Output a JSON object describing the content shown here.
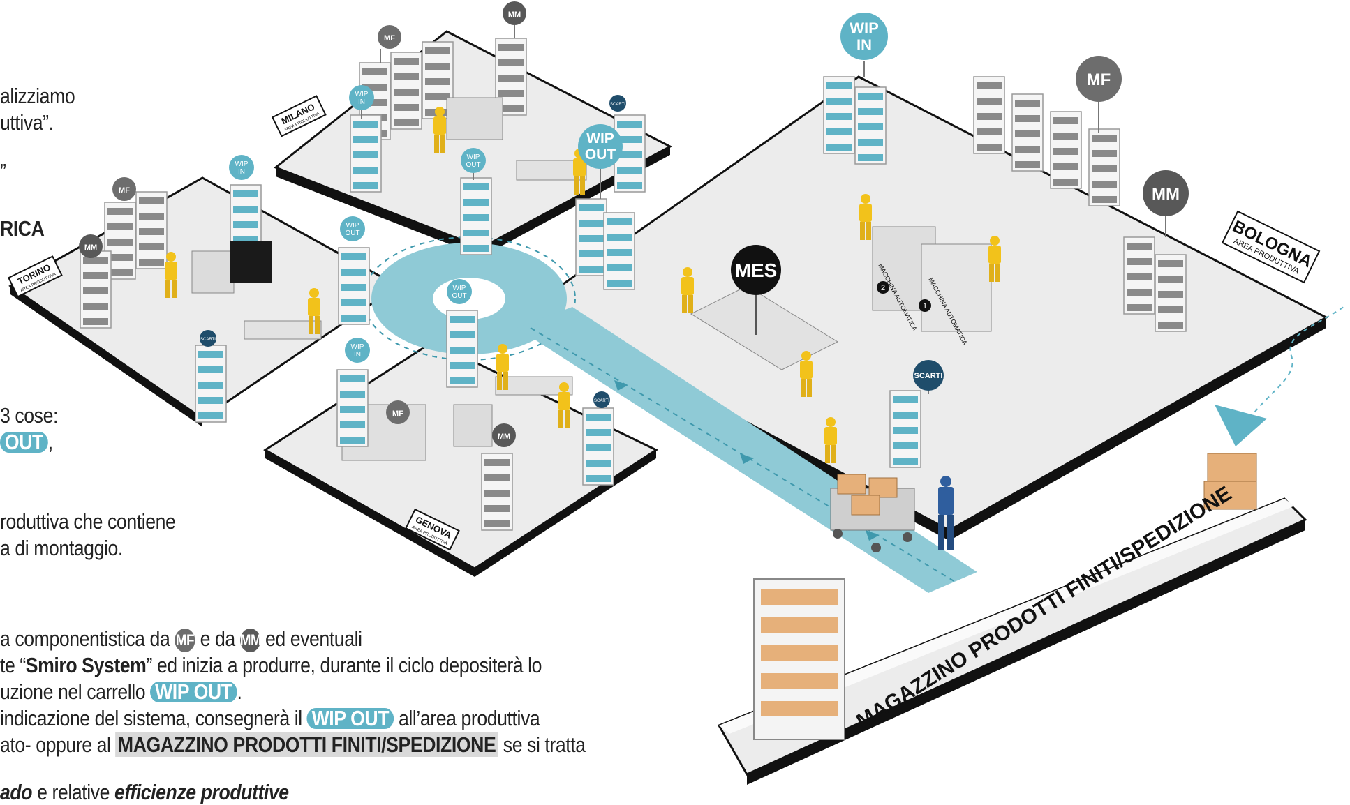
{
  "intro_text": {
    "line1": "alizziamo",
    "line2": "uttiva”.",
    "line3": "”",
    "line4": "RICA"
  },
  "things_text": {
    "line1": "3 cose:",
    "line1_pill": "OUT",
    "line1_tail": ",",
    "line2": "roduttiva che contiene",
    "line3": "a di montaggio."
  },
  "process_text": {
    "l1_a": "a componentistica da",
    "l1_mf": "MF",
    "l1_b": "e da",
    "l1_mm": "MM",
    "l1_c": "ed eventuali",
    "l2_a": "te “",
    "l2_bold": "Smiro System",
    "l2_b": "” ed inizia a produrre, durante il ciclo depositerà lo",
    "l3_a": "uzione nel carrello",
    "l3_pill": "WIP OUT",
    "l3_b": ".",
    "l4_a": "indicazione del sistema, consegnerà il",
    "l4_pill": "WIP OUT",
    "l4_b": "all’area produttiva",
    "l5_a": "ato- oppure al",
    "l5_hl": "MAGAZZINO PRODOTTI FINITI/SPEDIZIONE",
    "l5_b": "se si tratta",
    "l6_a": "ado",
    "l6_b": "e relative",
    "l6_c": "efficienze produttive"
  },
  "areas": {
    "milano": {
      "name": "MILANO",
      "sub": "AREA PRODUTTIVA"
    },
    "torino": {
      "name": "TORINO",
      "sub": "AREA PRODUTTIVA"
    },
    "genova": {
      "name": "GENOVA",
      "sub": "AREA PRODUTTIVA"
    },
    "bologna": {
      "name": "BOLOGNA",
      "sub": "AREA PRODUTTIVA"
    }
  },
  "warehouse_label": "MAGAZZINO PRODOTTI FINITI/SPEDIZIONE",
  "tags": {
    "wip_in": [
      "WIP",
      "IN"
    ],
    "wip_out": [
      "WIP",
      "OUT"
    ],
    "mf": "MF",
    "mm": "MM",
    "scarti": "SCARTI",
    "mes": "MES"
  },
  "machines": {
    "label1": "MACCHINA AUTOMATICA",
    "num1": "1",
    "num2": "2"
  },
  "colors": {
    "teal": "#5fb3c6",
    "teal_dark": "#2f8aa0",
    "mf_gray": "#6d6d6d",
    "mm_gray": "#585858",
    "mes_black": "#111111",
    "scarti_navy": "#1f4d6b",
    "floor": "#ededed",
    "floor_edge": "#111111",
    "worker_yellow": "#f2c21b",
    "box_tan": "#e6b07a"
  }
}
